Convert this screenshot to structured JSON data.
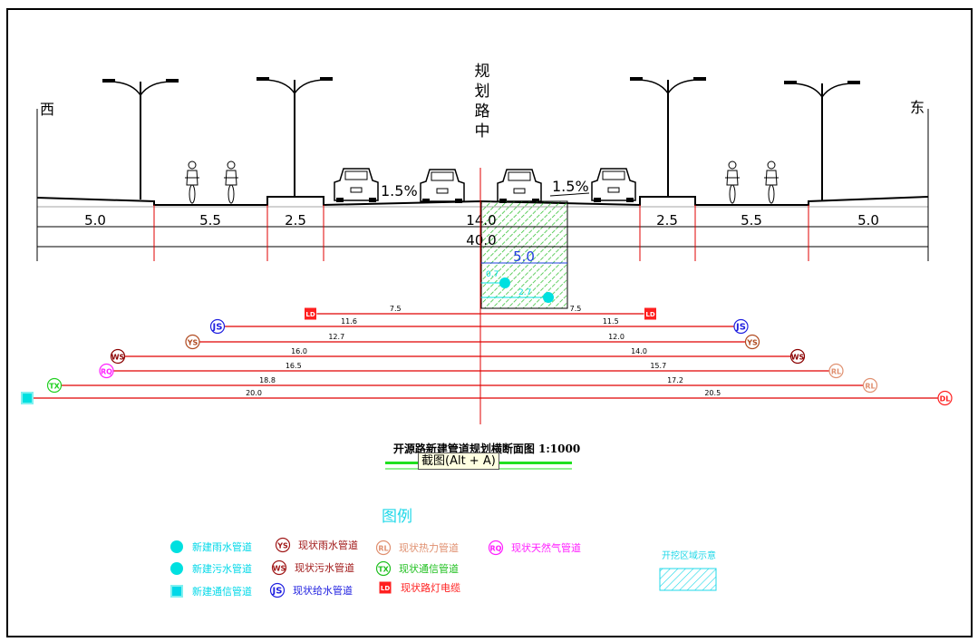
{
  "labels": {
    "west": "西",
    "east": "东",
    "center": [
      "规",
      "划",
      "路",
      "中"
    ],
    "slope_left": "1.5%",
    "slope_right": "1.5%",
    "segments": [
      "5.0",
      "5.5",
      "2.5",
      "14.0",
      "2.5",
      "5.5",
      "5.0"
    ],
    "total": "40.0",
    "excavation_width": "5.0",
    "new_ws_offset": "0.7",
    "new_ys_offset": "2.7"
  },
  "pipes": [
    {
      "left_sym": "LD",
      "left_val": 7.5,
      "right_sym": "LD",
      "right_val": 7.5,
      "left_color": "#ff2020",
      "right_color": "#ff2020",
      "left_shape": "box",
      "right_shape": "box"
    },
    {
      "left_sym": "JS",
      "left_val": 11.6,
      "right_sym": "JS",
      "right_val": 11.5,
      "left_color": "#2020e0",
      "right_color": "#2020e0"
    },
    {
      "left_sym": "YS",
      "left_val": 12.7,
      "right_sym": "YS",
      "right_val": 12.0,
      "left_color": "#b04a20",
      "right_color": "#b04a20"
    },
    {
      "left_sym": "WS",
      "left_val": 16.0,
      "right_sym": "WS",
      "right_val": 14.0,
      "left_color": "#8b0000",
      "right_color": "#8b0000"
    },
    {
      "left_sym": "RQ",
      "left_val": 16.5,
      "right_sym": "RL",
      "right_val": 15.7,
      "left_color": "#ff20ff",
      "right_color": "#e09070"
    },
    {
      "left_sym": "TX",
      "left_val": 18.8,
      "right_sym": "RL",
      "right_val": 17.2,
      "left_color": "#20d020",
      "right_color": "#e09070"
    },
    {
      "left_sym": "",
      "left_val": 20.0,
      "right_sym": "DL",
      "right_val": 20.5,
      "left_color": "#00e0e0",
      "right_color": "#ff2020",
      "left_shape": "fillbox"
    }
  ],
  "title": "开源路新建管道规划横断面图  1:1000",
  "tooltip": "截图(Alt + A)",
  "legend": {
    "heading": "图例",
    "items": [
      {
        "sym": "YS",
        "label": "新建雨水管道",
        "color": "#00d8e8"
      },
      {
        "sym": "WS",
        "label": "新建污水管道",
        "color": "#00d8e8"
      },
      {
        "sym": "",
        "label": "新建通信管道",
        "color": "#00d8e8"
      },
      {
        "sym": "YS",
        "label": "现状雨水管道",
        "color": "#a01818"
      },
      {
        "sym": "WS",
        "label": "现状污水管道",
        "color": "#a01818"
      },
      {
        "sym": "JS",
        "label": "现状给水管道",
        "color": "#2020e0"
      },
      {
        "sym": "RL",
        "label": "现状热力管道",
        "color": "#e09070"
      },
      {
        "sym": "TX",
        "label": "现状通信管道",
        "color": "#20c020"
      },
      {
        "sym": "LD",
        "label": "现状路灯电缆",
        "color": "#ff2020"
      },
      {
        "sym": "RQ",
        "label": "现状天然气管道",
        "color": "#ff20ff"
      }
    ],
    "excavation_label": "开挖区域示意"
  }
}
